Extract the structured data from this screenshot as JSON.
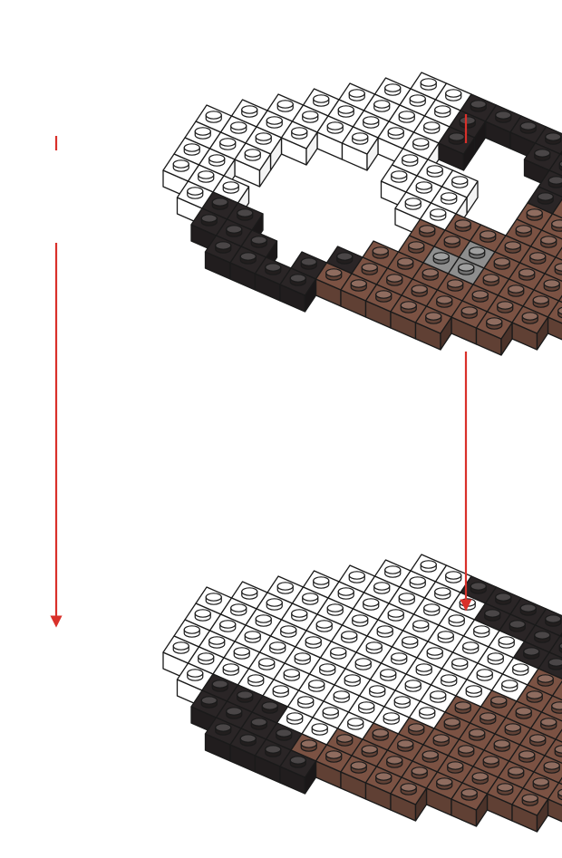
{
  "diagram": {
    "title": "",
    "caption": "",
    "colors": {
      "white": "#ffffff",
      "black": "#2a2526",
      "brown": "#7b5243",
      "gray": "#8e8e8e",
      "outline": "#1a1a1a",
      "arrow": "#d9302a"
    },
    "steps": [
      {
        "name": "upper-layer",
        "pieces": [
          "white",
          "black",
          "brown",
          "gray"
        ]
      },
      {
        "name": "lower-layer",
        "pieces": [
          "white",
          "black",
          "brown"
        ]
      }
    ],
    "connectors": [
      {
        "name": "left-arrow",
        "from": "upper-layer",
        "to": "lower-layer"
      },
      {
        "name": "right-arrow",
        "from": "upper-layer",
        "to": "lower-layer"
      }
    ]
  }
}
